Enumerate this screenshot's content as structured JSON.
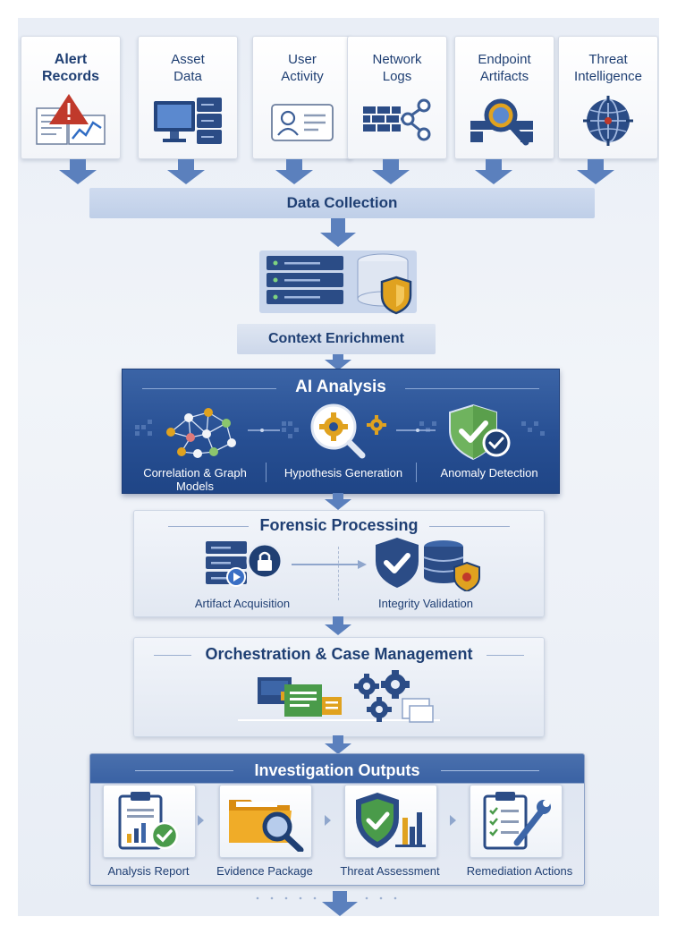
{
  "sources": [
    {
      "label": "Alert\nRecords",
      "icon": "alert-records-icon"
    },
    {
      "label": "Asset\nData",
      "icon": "asset-data-icon"
    },
    {
      "label": "User\nActivity",
      "icon": "user-activity-icon"
    },
    {
      "label": "Network\nLogs",
      "icon": "network-logs-icon"
    },
    {
      "label": "Endpoint\nArtifacts",
      "icon": "endpoint-artifacts-icon"
    },
    {
      "label": "Threat\nIntelligence",
      "icon": "threat-intelligence-icon"
    }
  ],
  "collection": {
    "label": "Data Collection"
  },
  "enrichment": {
    "label": "Context Enrichment",
    "icon": "server-database-shield-icon"
  },
  "ai_analysis": {
    "title": "AI Analysis",
    "items": [
      {
        "label": "Correlation & Graph\nModels",
        "icon": "graph-network-icon"
      },
      {
        "label": "Hypothesis Generation",
        "icon": "gear-magnifier-icon"
      },
      {
        "label": "Anomaly Detection",
        "icon": "shield-check-icon"
      }
    ]
  },
  "forensic": {
    "title": "Forensic Processing",
    "items": [
      {
        "label": "Artifact Acquisition",
        "icon": "server-lock-icon"
      },
      {
        "label": "Integrity Validation",
        "icon": "shield-database-icon"
      }
    ]
  },
  "orchestration": {
    "title": "Orchestration & Case Management",
    "icon": "workflow-gears-icon"
  },
  "outputs": {
    "title": "Investigation Outputs",
    "items": [
      {
        "label": "Analysis Report",
        "icon": "clipboard-report-icon"
      },
      {
        "label": "Evidence Package",
        "icon": "folder-magnifier-icon"
      },
      {
        "label": "Threat Assessment",
        "icon": "shield-chart-icon"
      },
      {
        "label": "Remediation Actions",
        "icon": "checklist-wrench-icon"
      }
    ]
  },
  "colors": {
    "navy": "#1f3f73",
    "panel_blue": "#2a5396",
    "arrow_blue": "#5b80bd",
    "alert_red": "#c0392b",
    "check_green": "#4a9b4a",
    "gold": "#e0a21f"
  }
}
